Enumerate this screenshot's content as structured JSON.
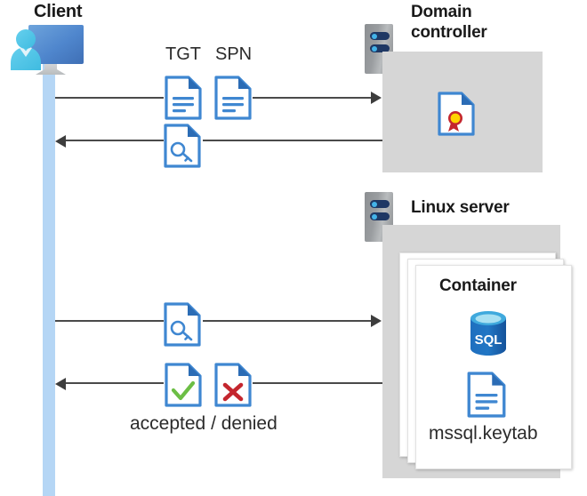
{
  "diagram": {
    "title_client": "Client",
    "title_domain_controller": "Domain\ncontroller",
    "domain_controller_line1": "Domain",
    "domain_controller_line2": "controller",
    "title_linux_server": "Linux server",
    "title_container": "Container"
  },
  "messages": {
    "tgt_label": "TGT",
    "spn_label": "SPN",
    "accepted_denied": "accepted / denied",
    "keytab_filename": "mssql.keytab",
    "sql_glyph": "SQL"
  },
  "icons": {
    "client": "user-monitor-icon",
    "server_rack": "server-rack-icon",
    "document_lines": "document-lines-icon",
    "document_key": "document-key-icon",
    "document_certificate": "document-certificate-icon",
    "document_check": "document-check-icon",
    "document_cross": "document-cross-icon",
    "database": "sql-database-icon"
  },
  "flows": [
    {
      "id": "req-tgt-spn",
      "direction": "right",
      "from": "client",
      "to": "domain-controller",
      "payload": "TGT + SPN"
    },
    {
      "id": "resp-service-ticket",
      "direction": "left",
      "from": "domain-controller",
      "to": "client",
      "payload": "service ticket"
    },
    {
      "id": "req-ticket-to-server",
      "direction": "right",
      "from": "client",
      "to": "linux-server",
      "payload": "service ticket"
    },
    {
      "id": "resp-accepted-denied",
      "direction": "left",
      "from": "linux-server",
      "to": "client",
      "payload": "accepted / denied"
    }
  ],
  "colors": {
    "lifeline": "#b5d6f5",
    "panel_gray": "#d6d6d6",
    "doc_blue": "#3f87d1",
    "doc_fold_blue": "#2b6cb5",
    "accent_dark_navy": "#1f3864",
    "led_blue": "#44b3e8",
    "check_green": "#6cbe45",
    "cross_red": "#c4262e",
    "cert_red": "#c4262e",
    "cert_gold": "#ffd400",
    "sql_blue": "#1e6bb8",
    "arrow_gray": "#4a4a4a",
    "text_dark": "#1a1a1a"
  }
}
